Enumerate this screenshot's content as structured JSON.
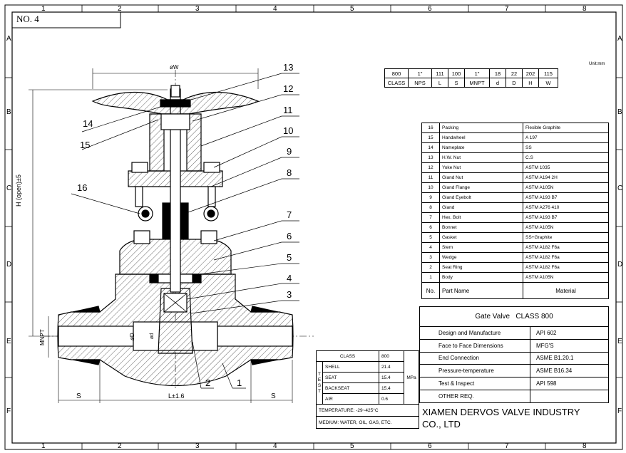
{
  "sheet": {
    "number": "NO. 4",
    "columns": [
      "1",
      "2",
      "3",
      "4",
      "5",
      "6",
      "7",
      "8"
    ],
    "rows": [
      "A",
      "B",
      "C",
      "D",
      "E",
      "F"
    ]
  },
  "dims": {
    "W": "øW",
    "H": "H (open)±5",
    "MNPT": "MNPT",
    "S_left": "S",
    "S_right": "S",
    "L": "L±1.6",
    "d": "ød",
    "D": "øD"
  },
  "callouts": [
    "13",
    "12",
    "11",
    "10",
    "9",
    "8",
    "7",
    "6",
    "5",
    "4",
    "3",
    "2",
    "1",
    "14",
    "15",
    "16"
  ],
  "unit": "Unit:mm",
  "dim_table": {
    "values": [
      "800",
      "1\"",
      "111",
      "100",
      "1\"",
      "18",
      "22",
      "202",
      "115"
    ],
    "headers": [
      "CLASS",
      "NPS",
      "L",
      "S",
      "MNPT",
      "d",
      "D",
      "H",
      "W"
    ]
  },
  "bom": {
    "header_no": "No.",
    "header_part": "Part Name",
    "header_material": "Material",
    "rows": [
      {
        "no": "16",
        "part": "Packing",
        "material": "Flexible Graphite"
      },
      {
        "no": "15",
        "part": "Handwheel",
        "material": "A 197"
      },
      {
        "no": "14",
        "part": "Nameplate",
        "material": "SS"
      },
      {
        "no": "13",
        "part": "H.W. Nut",
        "material": "C.S"
      },
      {
        "no": "12",
        "part": "Yoke Nut",
        "material": "ASTM 1035"
      },
      {
        "no": "11",
        "part": "Gland Nut",
        "material": "ASTM A194 2H"
      },
      {
        "no": "10",
        "part": "Gland Flange",
        "material": "ASTM A105N"
      },
      {
        "no": "9",
        "part": "Gland Eyebolt",
        "material": "ASTM A193 B7"
      },
      {
        "no": "8",
        "part": "Gland",
        "material": "ASTM A276 410"
      },
      {
        "no": "7",
        "part": "Hex. Bolt",
        "material": "ASTM A193 B7"
      },
      {
        "no": "6",
        "part": "Bonnet",
        "material": "ASTM A105N"
      },
      {
        "no": "5",
        "part": "Gasket",
        "material": "SS+Graphite"
      },
      {
        "no": "4",
        "part": "Stem",
        "material": "ASTM A182 F6a"
      },
      {
        "no": "3",
        "part": "Wedge",
        "material": "ASTM A182 F6a"
      },
      {
        "no": "2",
        "part": "Seat Ring",
        "material": "ASTM A182 F6a"
      },
      {
        "no": "1",
        "part": "Body",
        "material": "ASTM A105N"
      }
    ]
  },
  "title": "Gate Valve   CLASS 800",
  "info": [
    {
      "label": "Design and Manufacture",
      "value": "API 602"
    },
    {
      "label": "Face to Face Dimensions",
      "value": "MFG'S"
    },
    {
      "label": "End Connection",
      "value": "ASME B1.20.1"
    },
    {
      "label": "Pressure-temperature",
      "value": "ASME B16.34"
    },
    {
      "label": "Test & Inspect",
      "value": "API 598"
    },
    {
      "label": "OTHER REQ.",
      "value": ""
    }
  ],
  "company": {
    "line1": "XIAMEN DERVOS VALVE INDUSTRY",
    "line2": "CO., LTD"
  },
  "test": {
    "class_label": "CLASS",
    "class_value": "800",
    "vertical": "TEST",
    "unit": "MPa",
    "rows": [
      {
        "label": "SHELL",
        "value": "21.4"
      },
      {
        "label": "SEAT",
        "value": "15.4"
      },
      {
        "label": "BACKSEAT",
        "value": "15.4"
      },
      {
        "label": "AIR",
        "value": "0.6"
      }
    ],
    "temperature": "TEMPERATURE: -29~425°C",
    "medium": "MEDIUM: WATER, OIL, GAS, ETC."
  },
  "colors": {
    "line": "#000000",
    "paper": "#ffffff",
    "hatch": "#000000"
  }
}
